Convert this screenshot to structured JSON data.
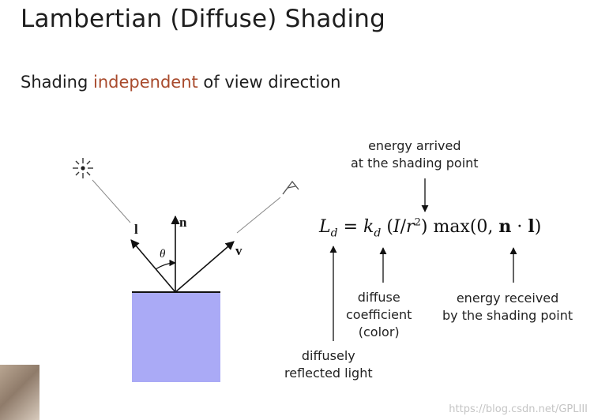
{
  "slide": {
    "title": "Lambertian (Diffuse) Shading",
    "subtitle_pre": "Shading ",
    "subtitle_accent": "independent",
    "subtitle_post": " of view direction",
    "accent_color": "#a84a2c"
  },
  "diagram": {
    "light_vector_label": "l",
    "normal_label": "n",
    "view_vector_label": "v",
    "angle_label": "θ",
    "surface_color": "#aaaaf6",
    "light_icon": "light-source-icon",
    "eye_icon": "eye-icon"
  },
  "equation": {
    "lhs": "L",
    "lhs_sub": "d",
    "equals": "=",
    "k": "k",
    "k_sub": "d",
    "paren_open": "(",
    "I": "I",
    "slash": "/",
    "r": "r",
    "r_sup": "2",
    "paren_close": ")",
    "max_text": "max(0,",
    "n_vec": "n",
    "dot": "·",
    "l_vec": "l",
    "close": ")"
  },
  "annotations": {
    "energy_arrived_line1": "energy arrived",
    "energy_arrived_line2": "at the shading point",
    "diffuse_line1": "diffuse",
    "diffuse_line2": "coefficient",
    "diffuse_line3": "(color)",
    "energy_received_line1": "energy received",
    "energy_received_line2": "by the shading point",
    "diffusely_line1": "diffusely",
    "diffusely_line2": "reflected light"
  },
  "watermark": "https://blog.csdn.net/GPLIII"
}
